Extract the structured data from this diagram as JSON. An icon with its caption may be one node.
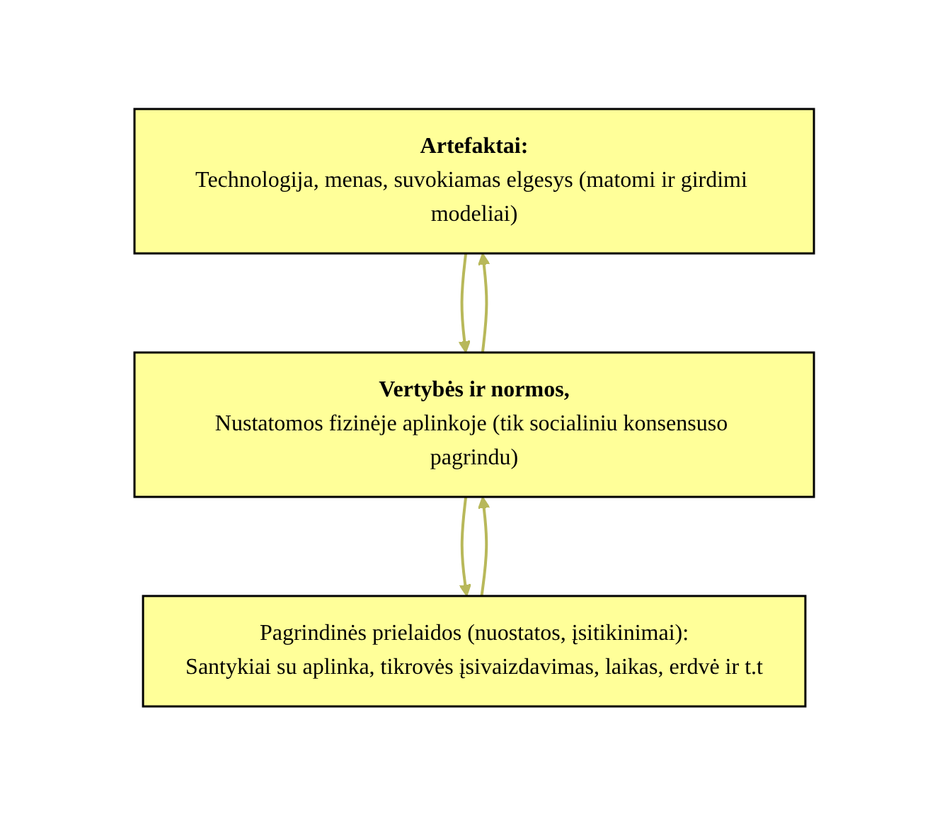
{
  "diagram": {
    "nodes": [
      {
        "text": [
          "Artefaktai:",
          "Technologija, menas, suvokiamas elgesys (matomi ir girdimi modeliai)"
        ]
      },
      {
        "text": [
          "Vertybės ir normos,",
          "Nustatomos fizinėje aplinkoje (tik socialiniu konsensuso pagrindu)"
        ]
      },
      {
        "text": [
          "Pagrindinės prielaidos (nuostatos, įsitikinimai):",
          "Santykiai su aplinka, tikrovės įsivaizdavimas, laikas, erdvė ir t.t"
        ]
      }
    ],
    "edges": [
      {
        "from": 1,
        "to": 0,
        "arrow": "to"
      },
      {
        "from": 0,
        "to": 1,
        "arrow": "to"
      },
      {
        "from": 2,
        "to": 1,
        "arrow": "to"
      },
      {
        "from": 1,
        "to": 2,
        "arrow": "to"
      }
    ]
  }
}
